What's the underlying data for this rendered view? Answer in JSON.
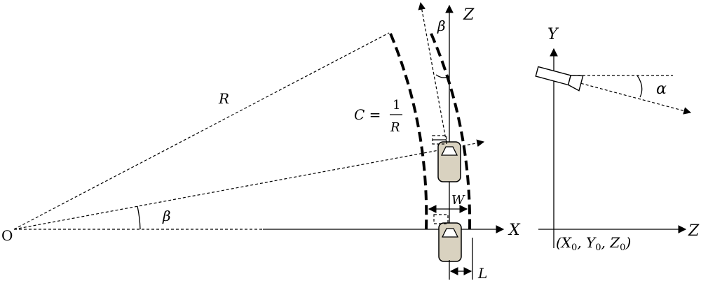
{
  "labels": {
    "origin": "O",
    "radius": "R",
    "beta_bottom": "β",
    "beta_top": "β",
    "curvature_lhs": "C =",
    "curvature_num": "1",
    "curvature_den": "R",
    "axis_z_top": "Z",
    "axis_x": "X",
    "width": "W",
    "length": "L",
    "axis_y": "Y",
    "axis_z_right": "Z",
    "alpha": "α",
    "origin_coords_open": "(X",
    "sub0_a": "0",
    "sep_y": ", Y",
    "sub0_b": "0",
    "sep_z": ", Z",
    "sub0_c": "0",
    "origin_coords_close": ")"
  },
  "colors": {
    "vehicle_fill": "#d9d2c0",
    "stroke": "#000000"
  }
}
